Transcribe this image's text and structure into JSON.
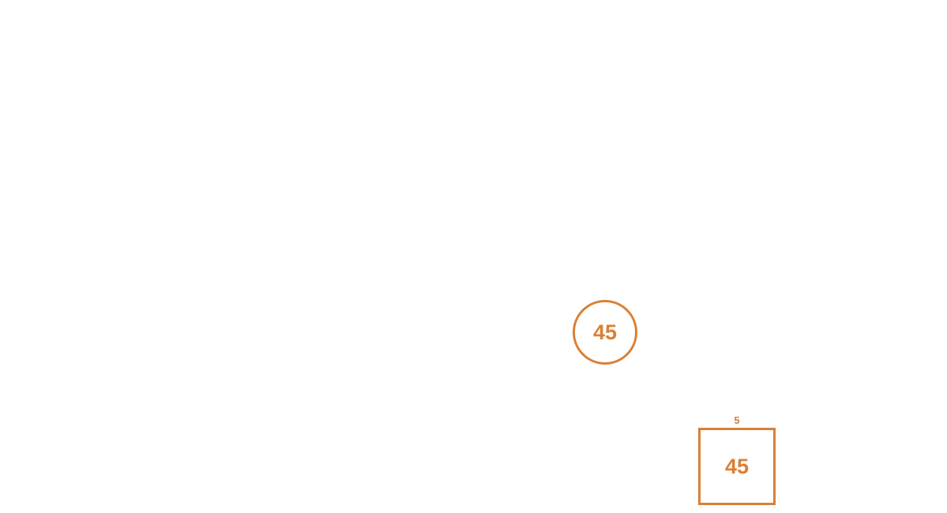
{
  "accent_color": "#d98036",
  "circle_node": {
    "value": "45"
  },
  "square_node": {
    "value": "45",
    "label": "5"
  }
}
